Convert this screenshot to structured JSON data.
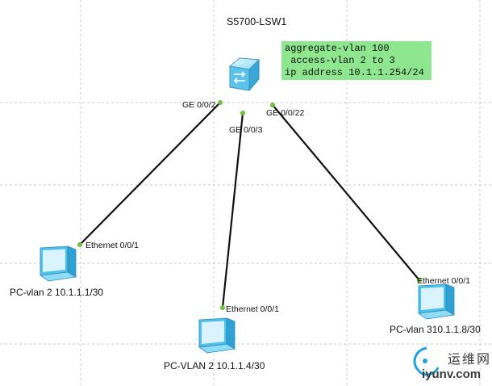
{
  "switch": {
    "name": "S5700-LSW1",
    "config": "aggregate-vlan 100\n access-vlan 2 to 3\nip address 10.1.1.254/24"
  },
  "links": [
    {
      "switch_port": "GE 0/0/2",
      "pc_port": "Ethernet 0/0/1",
      "pc_label": "PC-vlan 2 10.1.1.1/30"
    },
    {
      "switch_port": "GE 0/0/3",
      "pc_port": "Ethernet 0/0/1",
      "pc_label": "PC-VLAN 2 10.1.1.4/30"
    },
    {
      "switch_port": "GE 0/0/22",
      "pc_port": "Ethernet 0/0/1",
      "pc_label": "PC-vlan 310.1.1.8/30"
    }
  ],
  "watermark": {
    "cn": "运维网",
    "url": "iyunv.com"
  },
  "colors": {
    "link": "#111111",
    "port": "#6fbf3e",
    "note_bg": "#8ee68e",
    "device": "#5bc8ee"
  },
  "icons": {
    "switch": "switch-icon",
    "pc": "pc-icon"
  }
}
